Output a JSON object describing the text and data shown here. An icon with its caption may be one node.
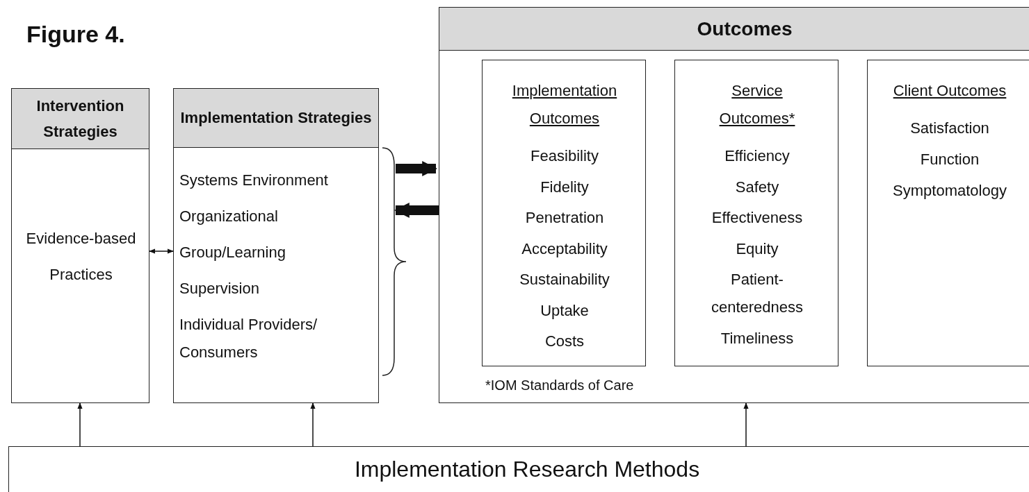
{
  "diagram": {
    "title": "Figure 4.",
    "nodes": [
      {
        "text": [
          "Intervention Strategies",
          "Evidence-based Practices"
        ]
      },
      {
        "text": [
          "Implementation Strategies",
          "Systems Environment",
          "Organizational",
          "Group/Learning",
          "Supervision",
          "Individual Providers/ Consumers"
        ]
      },
      {
        "text": [
          "Outcomes",
          "*IOM Standards of Care"
        ]
      },
      {
        "text": [
          "Implementation Outcomes",
          "Feasibility",
          "Fidelity",
          "Penetration",
          "Acceptability",
          "Sustainability",
          "Uptake",
          "Costs"
        ],
        "in": 2
      },
      {
        "text": [
          "Service Outcomes*",
          "Efficiency",
          "Safety",
          "Effectiveness",
          "Equity",
          "Patient- centeredness",
          "Timeliness"
        ],
        "in": 2
      },
      {
        "text": [
          "Client Outcomes",
          "Satisfaction",
          "Function",
          "Symptomatology"
        ],
        "in": 2
      },
      {
        "text": [
          "Implementation Research Methods"
        ]
      }
    ],
    "edges": [
      {
        "from": 0,
        "to": 1,
        "arrow": "both"
      },
      {
        "from": 1,
        "to": 2,
        "arrow": "to",
        "style": "thick"
      },
      {
        "from": 2,
        "to": 1,
        "arrow": "to",
        "style": "thick"
      },
      {
        "from": 6,
        "to": 0,
        "arrow": "to"
      },
      {
        "from": 6,
        "to": 1,
        "arrow": "to"
      },
      {
        "from": 6,
        "to": 2,
        "arrow": "to"
      }
    ]
  }
}
